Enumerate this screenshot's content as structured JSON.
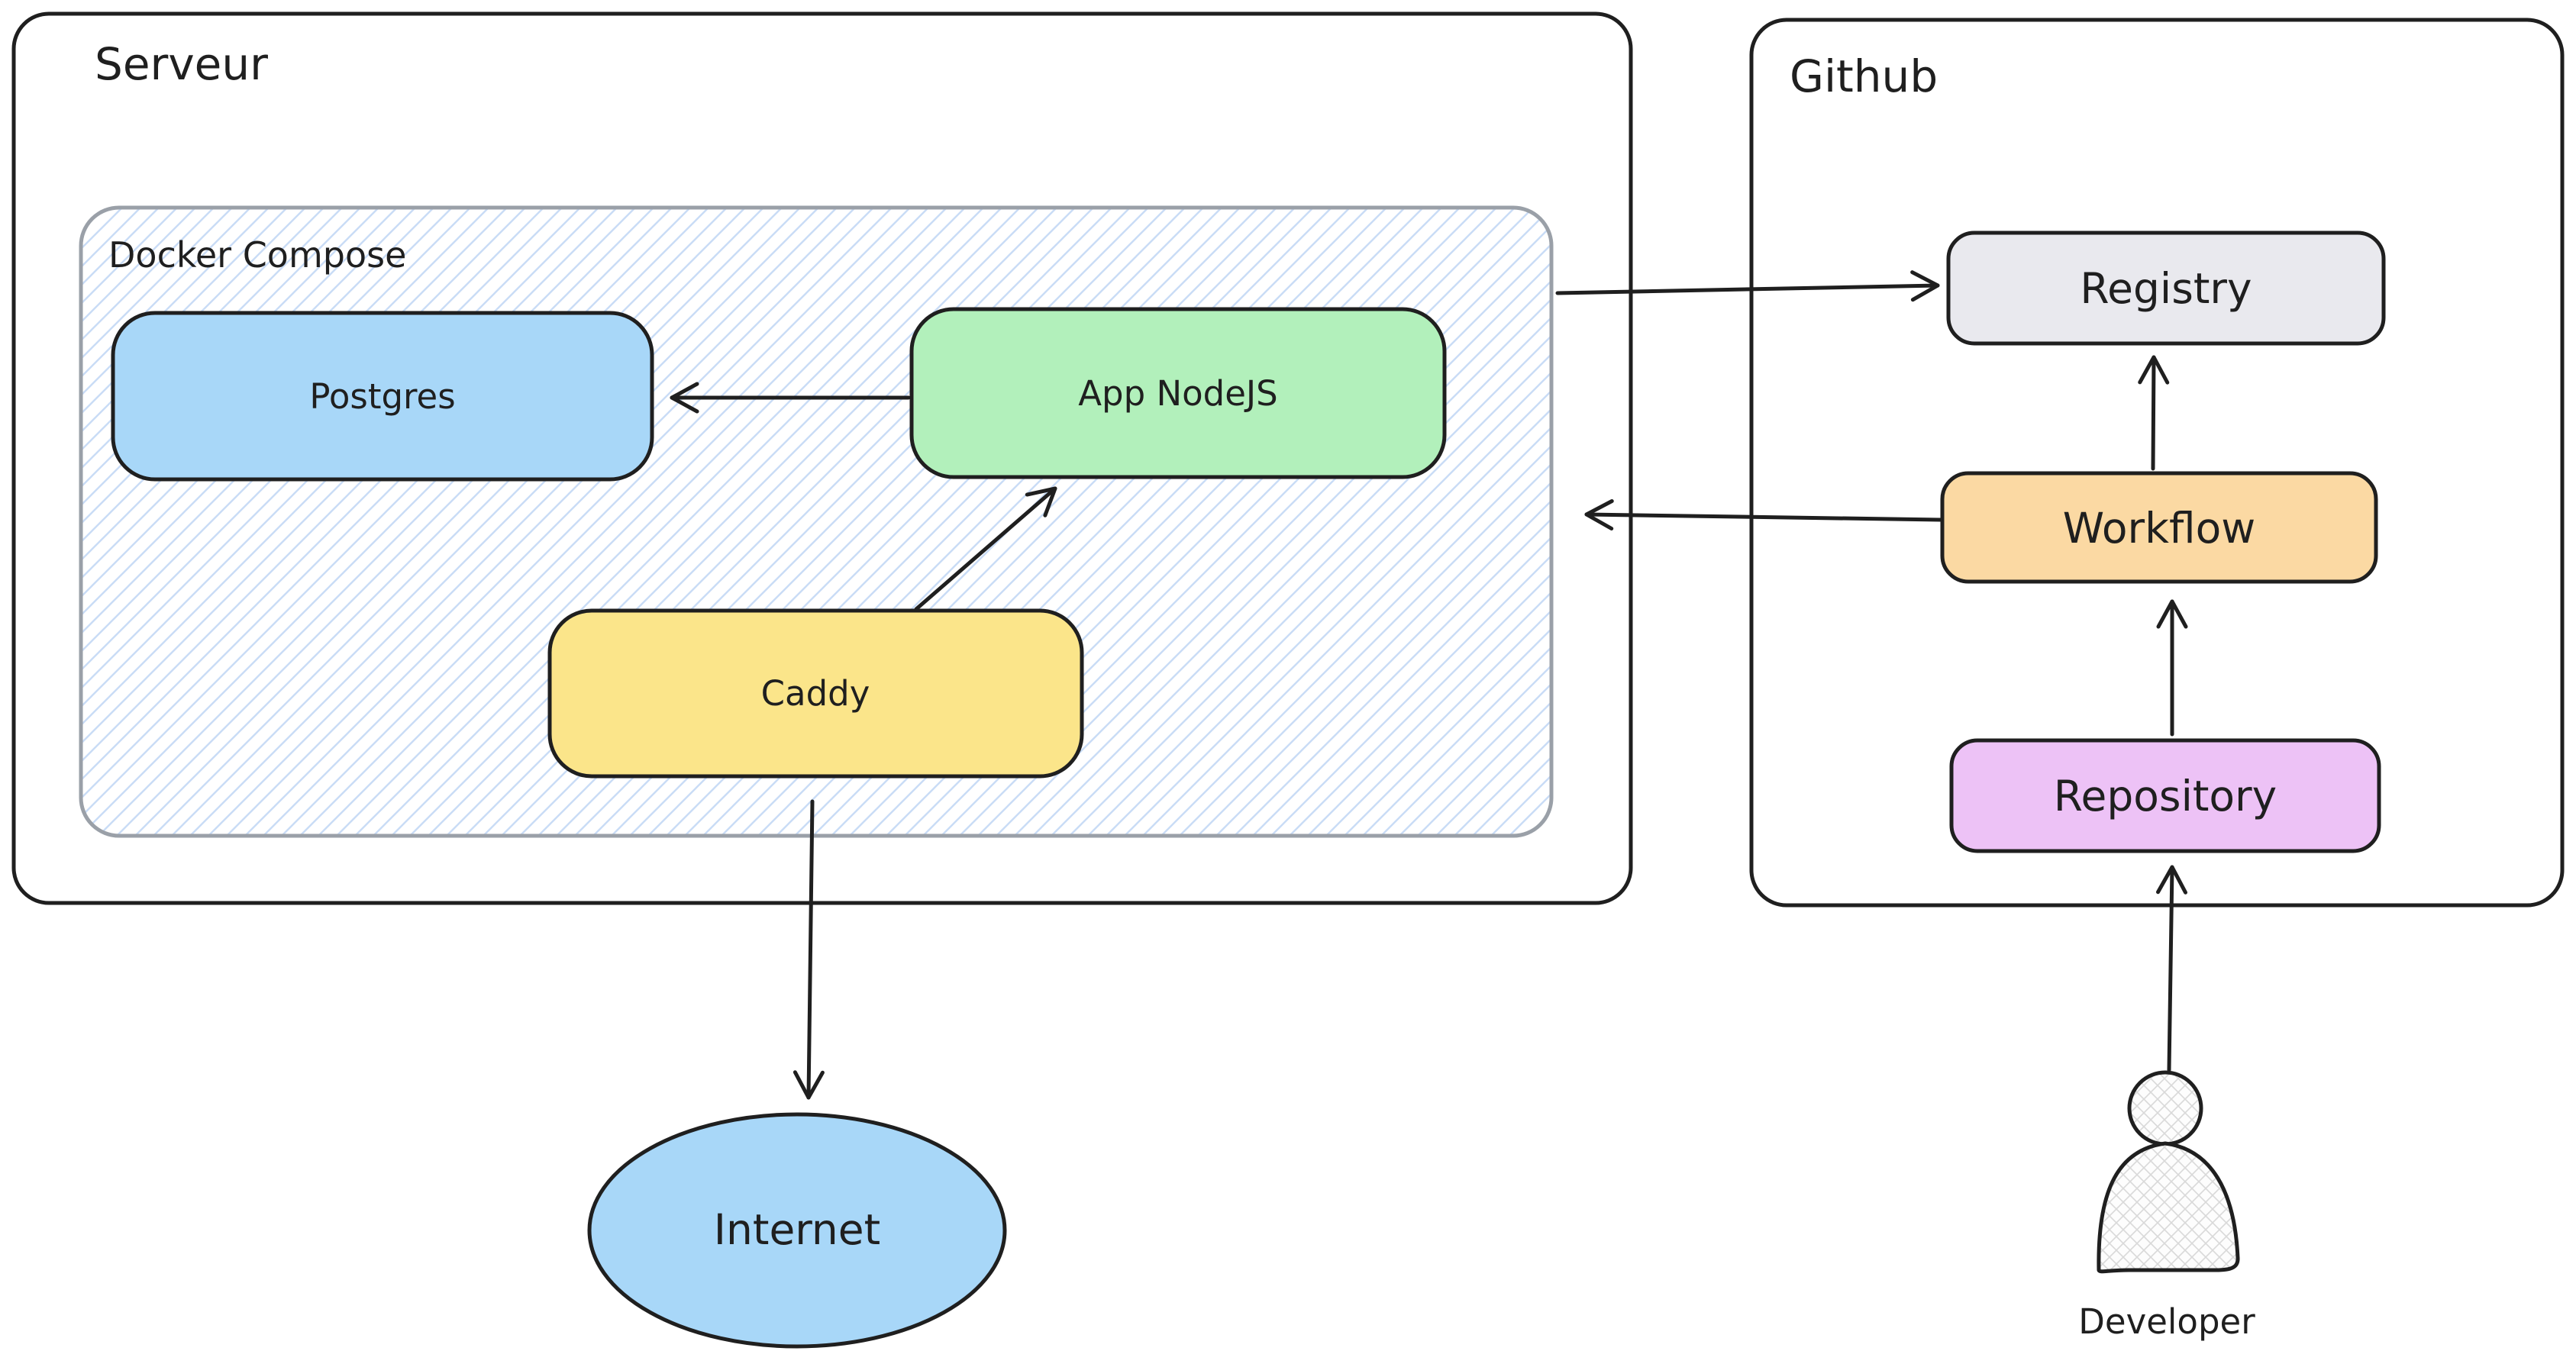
{
  "containers": {
    "serveur": {
      "label": "Serveur"
    },
    "docker_compose": {
      "label": "Docker Compose"
    },
    "github": {
      "label": "Github"
    }
  },
  "nodes": {
    "postgres": {
      "label": "Postgres",
      "fill": "#a8d7f8"
    },
    "app_nodejs": {
      "label": "App NodeJS",
      "fill": "#b2f0bb"
    },
    "caddy": {
      "label": "Caddy",
      "fill": "#fbe58a"
    },
    "internet": {
      "label": "Internet",
      "fill": "#a8d7f8"
    },
    "registry": {
      "label": "Registry",
      "fill": "#e9e9ee"
    },
    "workflow": {
      "label": "Workflow",
      "fill": "#fbd9a3"
    },
    "repository": {
      "label": "Repository",
      "fill": "#edc2f6"
    }
  },
  "actor": {
    "developer": {
      "label": "Developer"
    }
  },
  "edges": [
    {
      "from": "app_nodejs",
      "to": "postgres"
    },
    {
      "from": "caddy",
      "to": "app_nodejs"
    },
    {
      "from": "caddy",
      "to": "internet"
    },
    {
      "from": "serveur",
      "to": "registry"
    },
    {
      "from": "workflow",
      "to": "serveur"
    },
    {
      "from": "repository",
      "to": "workflow"
    },
    {
      "from": "workflow",
      "to": "registry"
    },
    {
      "from": "developer",
      "to": "repository"
    }
  ],
  "colors": {
    "stroke": "#1f1f1f",
    "docker_border": "#9aa0a8",
    "hatch_line": "#c9dcf6",
    "background": "#ffffff"
  }
}
